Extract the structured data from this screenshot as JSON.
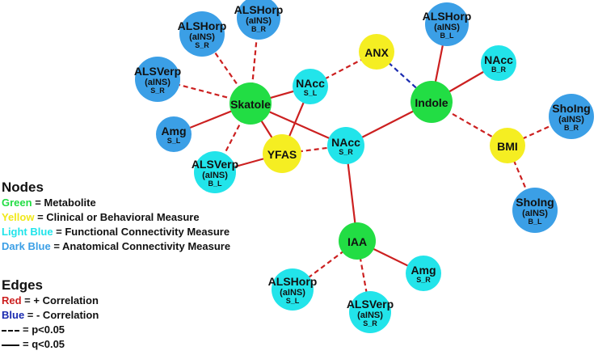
{
  "colors": {
    "metabolite": "#22dd44",
    "clinical": "#f5ee22",
    "functional": "#22e4ea",
    "anatomical": "#3b9fe6",
    "positive": "#cc2020",
    "negative": "#1a2bb0"
  },
  "nodes": [
    {
      "id": "skatole",
      "l1": "Skatole",
      "l2": "",
      "kind": "metabolite"
    },
    {
      "id": "indole",
      "l1": "Indole",
      "l2": "",
      "kind": "metabolite"
    },
    {
      "id": "iaa",
      "l1": "IAA",
      "l2": "",
      "kind": "metabolite"
    },
    {
      "id": "anx",
      "l1": "ANX",
      "l2": "",
      "kind": "clinical"
    },
    {
      "id": "yfas",
      "l1": "YFAS",
      "l2": "",
      "kind": "clinical"
    },
    {
      "id": "bmi",
      "l1": "BMI",
      "l2": "",
      "kind": "clinical"
    },
    {
      "id": "nacc_sl",
      "l1": "NAcc",
      "l2": "S_L",
      "kind": "functional"
    },
    {
      "id": "nacc_sr",
      "l1": "NAcc",
      "l2": "S_R",
      "kind": "functional"
    },
    {
      "id": "nacc_br",
      "l1": "NAcc",
      "l2": "B_R",
      "kind": "functional"
    },
    {
      "id": "alsverp_bl",
      "l1": "ALSVerp",
      "l2": "(aINS)",
      "l3": "B_L",
      "kind": "functional"
    },
    {
      "id": "alshorp_sl",
      "l1": "ALSHorp",
      "l2": "(aINS)",
      "l3": "S_L",
      "kind": "functional"
    },
    {
      "id": "alsverp_sr",
      "l1": "ALSVerp",
      "l2": "(aINS)",
      "l3": "S_R",
      "kind": "functional"
    },
    {
      "id": "amg_sr",
      "l1": "Amg",
      "l2": "S_R",
      "kind": "functional"
    },
    {
      "id": "amg_sl",
      "l1": "Amg",
      "l2": "S_L",
      "kind": "anatomical"
    },
    {
      "id": "alshorp_sr",
      "l1": "ALSHorp",
      "l2": "(aINS)",
      "l3": "S_R",
      "kind": "anatomical"
    },
    {
      "id": "alshorp_br",
      "l1": "ALSHorp",
      "l2": "(aINS)",
      "l3": "B_R",
      "kind": "anatomical"
    },
    {
      "id": "alsverp_sr2",
      "l1": "ALSVerp",
      "l2": "(aINS)",
      "l3": "S_R",
      "kind": "anatomical"
    },
    {
      "id": "alshorp_bl",
      "l1": "ALSHorp",
      "l2": "(aINS)",
      "l3": "B_L",
      "kind": "anatomical"
    },
    {
      "id": "sholng_br",
      "l1": "ShoIng",
      "l2": "(aINS)",
      "l3": "B_R",
      "kind": "anatomical"
    },
    {
      "id": "sholng_bl",
      "l1": "ShoIng",
      "l2": "(aINS)",
      "l3": "B_L",
      "kind": "anatomical"
    }
  ],
  "edges": [
    {
      "a": "skatole",
      "b": "alshorp_sr",
      "sign": "pos",
      "style": "dashed"
    },
    {
      "a": "skatole",
      "b": "alshorp_br",
      "sign": "pos",
      "style": "dashed"
    },
    {
      "a": "skatole",
      "b": "alsverp_sr2",
      "sign": "pos",
      "style": "dashed"
    },
    {
      "a": "skatole",
      "b": "amg_sl",
      "sign": "pos",
      "style": "solid"
    },
    {
      "a": "skatole",
      "b": "alsverp_bl",
      "sign": "pos",
      "style": "dashed"
    },
    {
      "a": "skatole",
      "b": "yfas",
      "sign": "pos",
      "style": "solid"
    },
    {
      "a": "skatole",
      "b": "nacc_sr",
      "sign": "pos",
      "style": "solid"
    },
    {
      "a": "skatole",
      "b": "nacc_sl",
      "sign": "pos",
      "style": "solid"
    },
    {
      "a": "nacc_sl",
      "b": "yfas",
      "sign": "pos",
      "style": "solid"
    },
    {
      "a": "nacc_sl",
      "b": "anx",
      "sign": "pos",
      "style": "dashed"
    },
    {
      "a": "yfas",
      "b": "nacc_sr",
      "sign": "pos",
      "style": "dashed"
    },
    {
      "a": "yfas",
      "b": "alsverp_bl",
      "sign": "pos",
      "style": "solid"
    },
    {
      "a": "anx",
      "b": "indole",
      "sign": "neg",
      "style": "dashed"
    },
    {
      "a": "indole",
      "b": "alshorp_bl",
      "sign": "pos",
      "style": "solid"
    },
    {
      "a": "indole",
      "b": "nacc_br",
      "sign": "pos",
      "style": "solid"
    },
    {
      "a": "indole",
      "b": "nacc_sr",
      "sign": "pos",
      "style": "solid"
    },
    {
      "a": "indole",
      "b": "bmi",
      "sign": "pos",
      "style": "dashed"
    },
    {
      "a": "bmi",
      "b": "sholng_br",
      "sign": "pos",
      "style": "dashed"
    },
    {
      "a": "bmi",
      "b": "sholng_bl",
      "sign": "pos",
      "style": "dashed"
    },
    {
      "a": "nacc_sr",
      "b": "iaa",
      "sign": "pos",
      "style": "solid"
    },
    {
      "a": "iaa",
      "b": "alshorp_sl",
      "sign": "pos",
      "style": "dashed"
    },
    {
      "a": "iaa",
      "b": "alsverp_sr",
      "sign": "pos",
      "style": "dashed"
    },
    {
      "a": "iaa",
      "b": "amg_sr",
      "sign": "pos",
      "style": "solid"
    }
  ],
  "legend": {
    "nodes_title": "Nodes",
    "green_word": "Green",
    "green_desc": " = Metabolite",
    "yellow_word": "Yellow",
    "yellow_desc": " = Clinical or Behavioral Measure",
    "lightblue_word": "Light Blue",
    "lightblue_desc": " = Functional Connectivity Measure",
    "darkblue_word": "Dark Blue",
    "darkblue_desc": " = Anatomical Connectivity Measure",
    "edges_title": "Edges",
    "red_word": "Red",
    "red_desc": " = + Correlation",
    "blue_word": "Blue",
    "blue_desc": " = - Correlation",
    "dashed_desc": "= p<0.05",
    "solid_desc": "= q<0.05"
  }
}
